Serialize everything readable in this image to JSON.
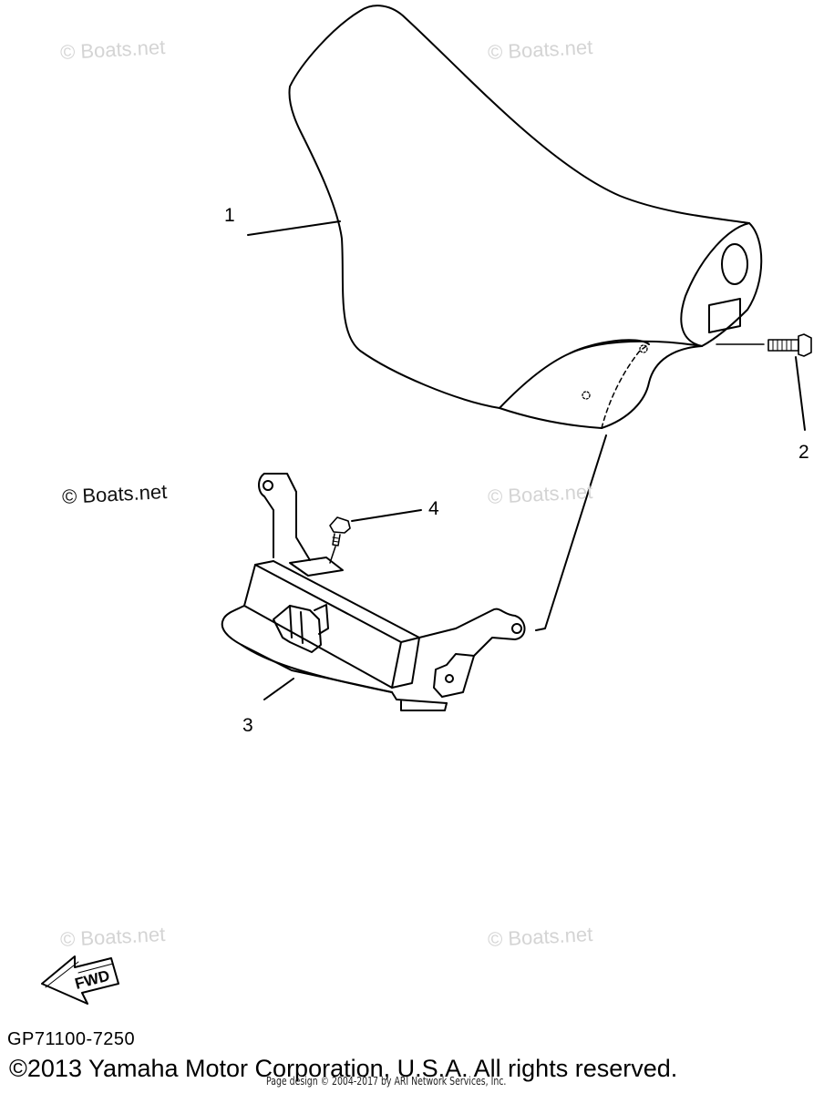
{
  "watermarks": [
    {
      "id": "wm-1",
      "text": "© Boats.net"
    },
    {
      "id": "wm-2",
      "text": "© Boats.net"
    },
    {
      "id": "wm-3",
      "text": "© Boats.net"
    },
    {
      "id": "wm-4",
      "text": "© Boats.net"
    },
    {
      "id": "wm-5",
      "text": "© Boats.net"
    },
    {
      "id": "wm-6",
      "text": "© Boats.net"
    }
  ],
  "callouts": {
    "seat": "1",
    "bolt": "2",
    "bracket": "3",
    "screw": "4"
  },
  "fwd_label": "FWD",
  "diagram_code": "GP71100-7250",
  "copyright": "©2013 Yamaha Motor Corporation, U.S.A. All rights reserved.",
  "page_design": "Page design © 2004-2017 by ARI Network Services, Inc."
}
